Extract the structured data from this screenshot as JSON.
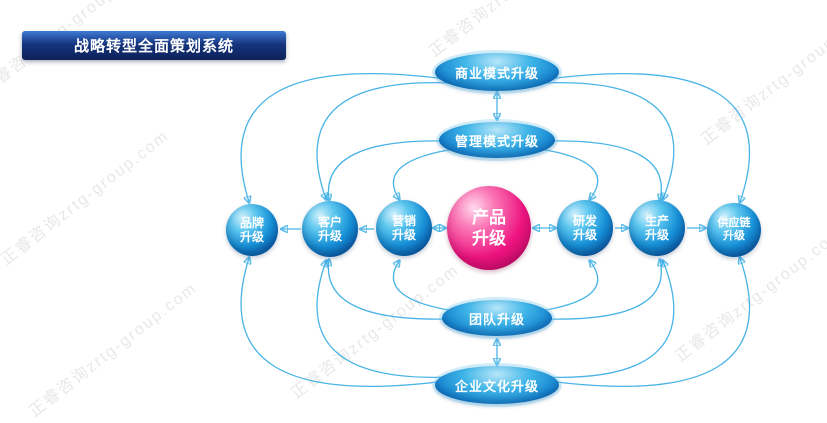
{
  "title": "战略转型全面策划系统",
  "watermark": "正睿咨询zrtg-group.com",
  "colors": {
    "arrow": "#2aa7e2",
    "node_blue": "#1583cf",
    "node_pink": "#ee1380",
    "banner_blue": "#16357e"
  },
  "diagram": {
    "top_nodes": [
      {
        "label": "商业模式升级"
      },
      {
        "label": "管理模式升级"
      }
    ],
    "center": {
      "line1": "产品",
      "line2": "升级"
    },
    "left_nodes": [
      {
        "line1": "品牌",
        "line2": "升级"
      },
      {
        "line1": "客户",
        "line2": "升级"
      },
      {
        "line1": "营销",
        "line2": "升级"
      }
    ],
    "right_nodes": [
      {
        "line1": "研发",
        "line2": "升级"
      },
      {
        "line1": "生产",
        "line2": "升级"
      },
      {
        "line1": "供应链",
        "line2": "升级"
      }
    ],
    "bottom_nodes": [
      {
        "label": "团队升级"
      },
      {
        "label": "企业文化升级"
      }
    ]
  }
}
